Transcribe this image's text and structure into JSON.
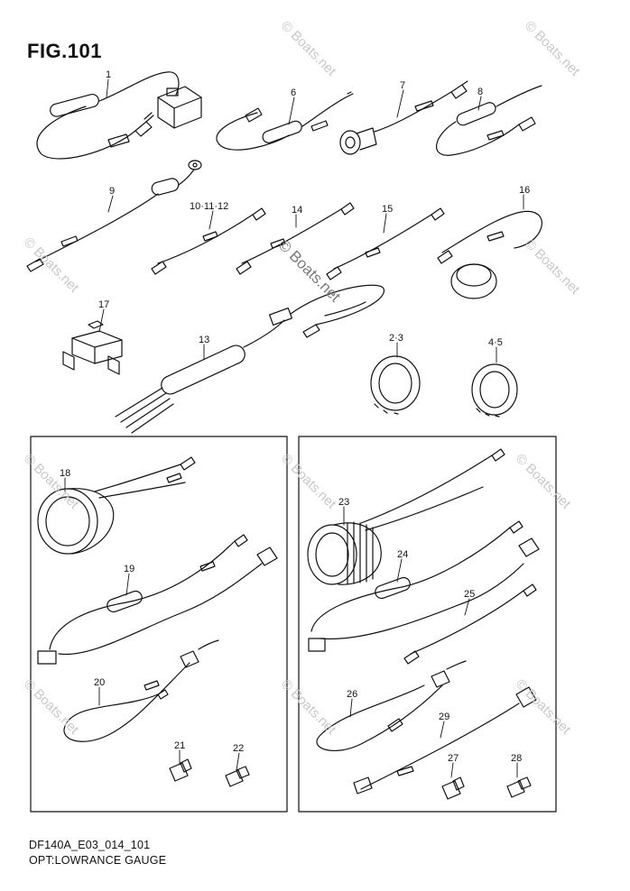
{
  "figure": {
    "title": "FIG.101",
    "code": "DF140A_E03_014_101",
    "caption": "OPT:LOWRANCE GAUGE"
  },
  "watermark": "© Boats.net",
  "callouts": [
    "1",
    "6",
    "7",
    "8",
    "9",
    "10·11·12",
    "14",
    "15",
    "16",
    "17",
    "13",
    "2·3",
    "4·5",
    "18",
    "19",
    "20",
    "21",
    "22",
    "23",
    "24",
    "25",
    "26",
    "29",
    "27",
    "28"
  ]
}
